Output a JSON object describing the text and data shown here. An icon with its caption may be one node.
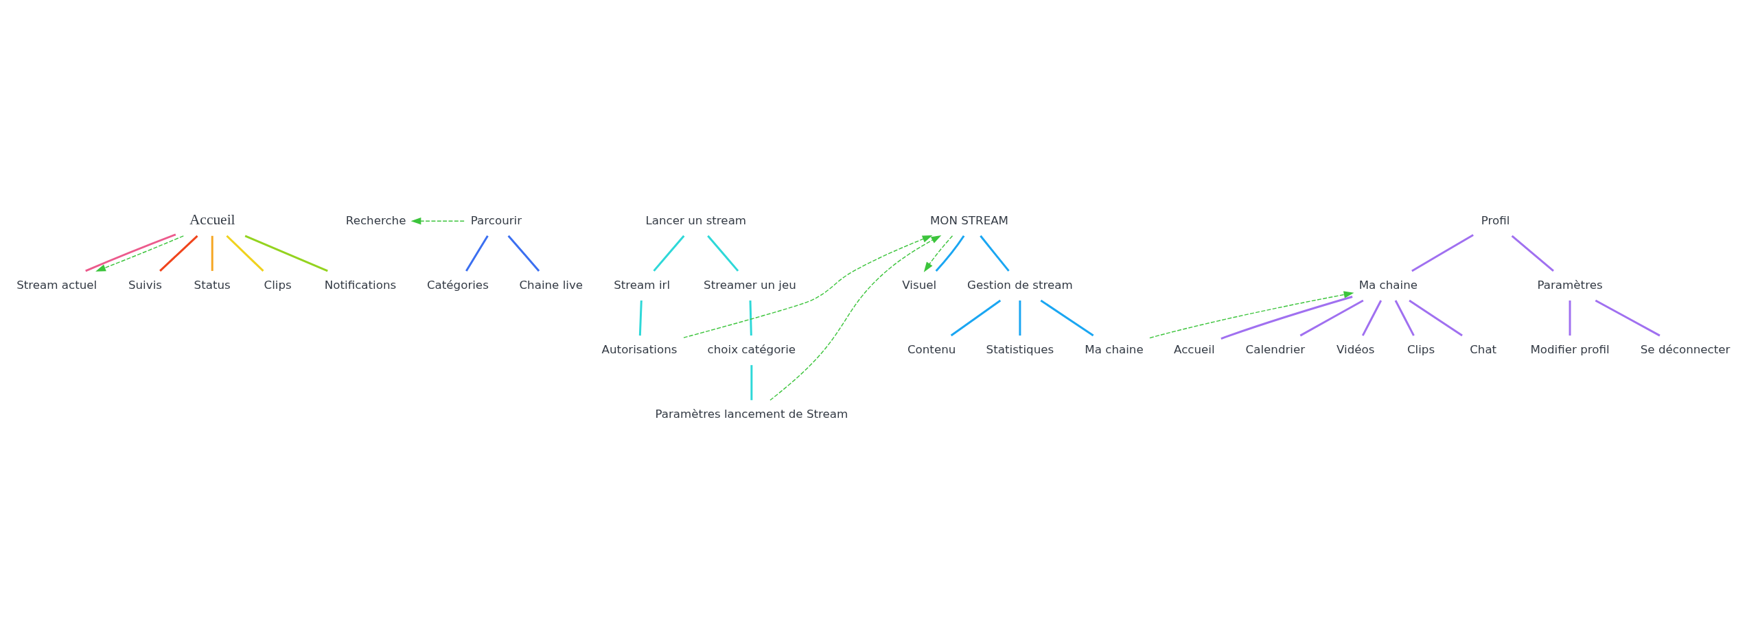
{
  "diagram": {
    "nodes": [
      {
        "text": [
          "Accueil"
        ]
      },
      {
        "text": [
          "Stream actuel"
        ]
      },
      {
        "text": [
          "Suivis"
        ]
      },
      {
        "text": [
          "Status"
        ]
      },
      {
        "text": [
          "Clips"
        ]
      },
      {
        "text": [
          "Notifications"
        ]
      },
      {
        "text": [
          "Recherche"
        ]
      },
      {
        "text": [
          "Parcourir"
        ]
      },
      {
        "text": [
          "Catégories"
        ]
      },
      {
        "text": [
          "Chaine live"
        ]
      },
      {
        "text": [
          "Lancer un stream"
        ]
      },
      {
        "text": [
          "Stream irl"
        ]
      },
      {
        "text": [
          "Streamer un jeu"
        ]
      },
      {
        "text": [
          "Autorisations"
        ]
      },
      {
        "text": [
          "choix catégorie"
        ]
      },
      {
        "text": [
          "Paramètres lancement de Stream"
        ]
      },
      {
        "text": [
          "MON STREAM"
        ]
      },
      {
        "text": [
          "Visuel"
        ]
      },
      {
        "text": [
          "Gestion de stream"
        ]
      },
      {
        "text": [
          "Contenu"
        ]
      },
      {
        "text": [
          "Statistiques"
        ]
      },
      {
        "text": [
          "Ma chaine"
        ]
      },
      {
        "text": [
          "Profil"
        ]
      },
      {
        "text": [
          "Ma chaine"
        ]
      },
      {
        "text": [
          "Paramètres"
        ]
      },
      {
        "text": [
          "Accueil"
        ]
      },
      {
        "text": [
          "Calendrier"
        ]
      },
      {
        "text": [
          "Vidéos"
        ]
      },
      {
        "text": [
          "Clips"
        ]
      },
      {
        "text": [
          "Chat"
        ]
      },
      {
        "text": [
          "Modifier profil"
        ]
      },
      {
        "text": [
          "Se déconnecter"
        ]
      }
    ],
    "edges": [
      {
        "from": 0,
        "to": 1,
        "arrow": "none",
        "color": "#ec5a8c"
      },
      {
        "from": 0,
        "to": 2,
        "arrow": "none",
        "color": "#f0441c"
      },
      {
        "from": 0,
        "to": 3,
        "arrow": "none",
        "color": "#f5a623"
      },
      {
        "from": 0,
        "to": 4,
        "arrow": "none",
        "color": "#f0d21e"
      },
      {
        "from": 0,
        "to": 5,
        "arrow": "none",
        "color": "#94d31f"
      },
      {
        "from": 0,
        "to": 1,
        "arrow": "to",
        "style": "dashed",
        "color": "#3cc43c"
      },
      {
        "from": 7,
        "to": 6,
        "arrow": "to",
        "style": "dashed",
        "color": "#3cc43c"
      },
      {
        "from": 7,
        "to": 8,
        "arrow": "none",
        "color": "#3b6ff0"
      },
      {
        "from": 7,
        "to": 9,
        "arrow": "none",
        "color": "#3b6ff0"
      },
      {
        "from": 10,
        "to": 11,
        "arrow": "none",
        "color": "#2ed8d8"
      },
      {
        "from": 10,
        "to": 12,
        "arrow": "none",
        "color": "#2ed8d8"
      },
      {
        "from": 11,
        "to": 13,
        "arrow": "none",
        "color": "#2ed8d8"
      },
      {
        "from": 12,
        "to": 14,
        "arrow": "none",
        "color": "#2ed8d8"
      },
      {
        "from": 14,
        "to": 15,
        "arrow": "none",
        "color": "#2ed8d8"
      },
      {
        "from": 13,
        "to": 16,
        "arrow": "to",
        "style": "dashed",
        "color": "#3cc43c"
      },
      {
        "from": 15,
        "to": 16,
        "arrow": "to",
        "style": "dashed",
        "color": "#3cc43c"
      },
      {
        "from": 16,
        "to": 17,
        "arrow": "to",
        "style": "dashed",
        "color": "#3cc43c"
      },
      {
        "from": 16,
        "to": 17,
        "arrow": "none",
        "color": "#1aa6f2"
      },
      {
        "from": 16,
        "to": 18,
        "arrow": "none",
        "color": "#1aa6f2"
      },
      {
        "from": 18,
        "to": 19,
        "arrow": "none",
        "color": "#1aa6f2"
      },
      {
        "from": 18,
        "to": 20,
        "arrow": "none",
        "color": "#1aa6f2"
      },
      {
        "from": 18,
        "to": 21,
        "arrow": "none",
        "color": "#1aa6f2"
      },
      {
        "from": 21,
        "to": 23,
        "arrow": "to",
        "style": "dashed",
        "color": "#3cc43c"
      },
      {
        "from": 22,
        "to": 23,
        "arrow": "none",
        "color": "#a070f0"
      },
      {
        "from": 22,
        "to": 24,
        "arrow": "none",
        "color": "#a070f0"
      },
      {
        "from": 23,
        "to": 25,
        "arrow": "none",
        "color": "#a070f0"
      },
      {
        "from": 23,
        "to": 26,
        "arrow": "none",
        "color": "#a070f0"
      },
      {
        "from": 23,
        "to": 27,
        "arrow": "none",
        "color": "#a070f0"
      },
      {
        "from": 23,
        "to": 28,
        "arrow": "none",
        "color": "#a070f0"
      },
      {
        "from": 23,
        "to": 29,
        "arrow": "none",
        "color": "#a070f0"
      },
      {
        "from": 24,
        "to": 30,
        "arrow": "none",
        "color": "#a070f0"
      },
      {
        "from": 24,
        "to": 31,
        "arrow": "none",
        "color": "#a070f0"
      }
    ]
  }
}
